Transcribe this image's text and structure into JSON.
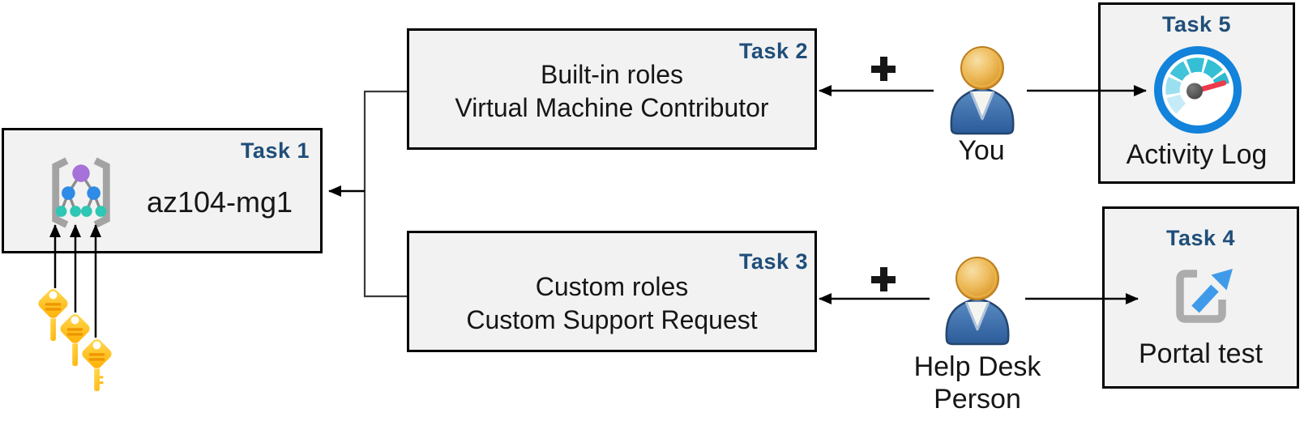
{
  "boxes": {
    "task1": {
      "tag": "Task 1",
      "name": "az104-mg1"
    },
    "task2": {
      "tag": "Task 2",
      "line1": "Built-in roles",
      "line2": "Virtual Machine Contributor"
    },
    "task3": {
      "tag": "Task 3",
      "line1": "Custom roles",
      "line2": "Custom Support Request"
    },
    "task4": {
      "tag": "Task 4",
      "caption": "Portal test"
    },
    "task5": {
      "tag": "Task 5",
      "caption": "Activity Log"
    }
  },
  "actors": {
    "you": {
      "label": "You"
    },
    "help_desk": {
      "line1": "Help Desk",
      "line2": "Person"
    }
  },
  "operators": {
    "plus_top": "+",
    "plus_bottom": "+"
  },
  "icons": {
    "task1": "management-group-icon",
    "task4": "external-link-icon",
    "task5": "gauge-icon",
    "keys": "three-gold-keys-icon",
    "you": "person-icon",
    "help_desk": "person-icon"
  },
  "colors": {
    "task_tag": "#1F4E79",
    "box_fill": "#F2F2F2",
    "box_border": "#000000",
    "ink": "#161616",
    "line": "#161616",
    "key_gold": "#FFC10A",
    "key_detail": "#EE9600",
    "gauge_ring": "#1282DA",
    "gauge_teal": "#35BFD5",
    "gauge_pale": "#C6EBF8",
    "needle_red": "#EE3A4D",
    "portal_gray": "#ACACAC",
    "portal_blue": "#3F9BE9",
    "person_head": "#E8A93E",
    "person_body": "#35639F",
    "node_purple": "#A671D9",
    "node_blue": "#2E8BE6",
    "node_teal": "#2EC6B4"
  }
}
